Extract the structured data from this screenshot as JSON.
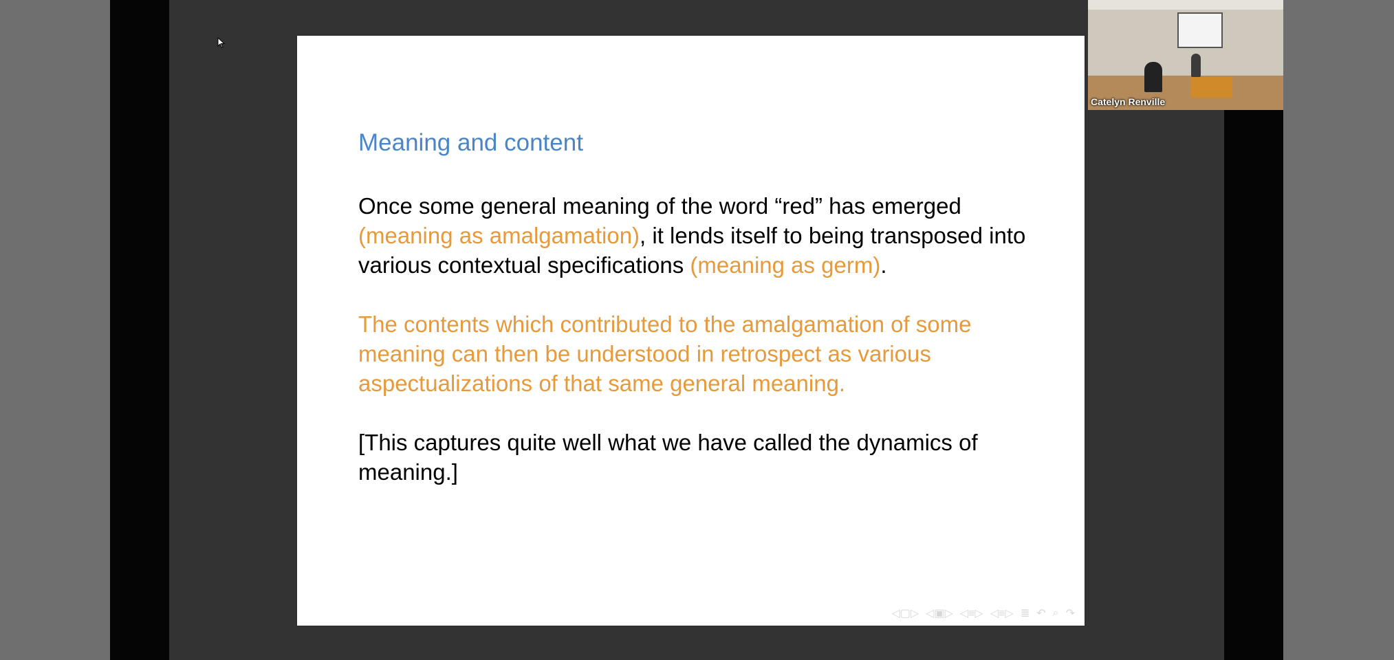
{
  "slide": {
    "title": "Meaning and content",
    "p1": {
      "a": "Once some general meaning of the word “red” has emerged ",
      "b": "(meaning as amalgamation)",
      "c": ", it lends itself to being transposed into various contextual specifications ",
      "d": "(meaning as germ)",
      "e": "."
    },
    "p2": "The contents which contributed to the amalgamation of some meaning can then be understood in retrospect as various aspectualizations of that same general meaning.",
    "p3": "[This captures quite well what we have called the dynamics of meaning.]",
    "nav_icons": [
      "slide-nav-icon",
      "frame-nav-icon",
      "subsection-nav-icon",
      "section-nav-icon",
      "align-icon",
      "undo-icon",
      "search-icon",
      "redo-icon"
    ]
  },
  "video": {
    "participant_name": "Catelyn Renville"
  },
  "colors": {
    "title_blue": "#4a86c5",
    "accent_orange": "#e69a3c",
    "viewport_bg": "#333333"
  }
}
